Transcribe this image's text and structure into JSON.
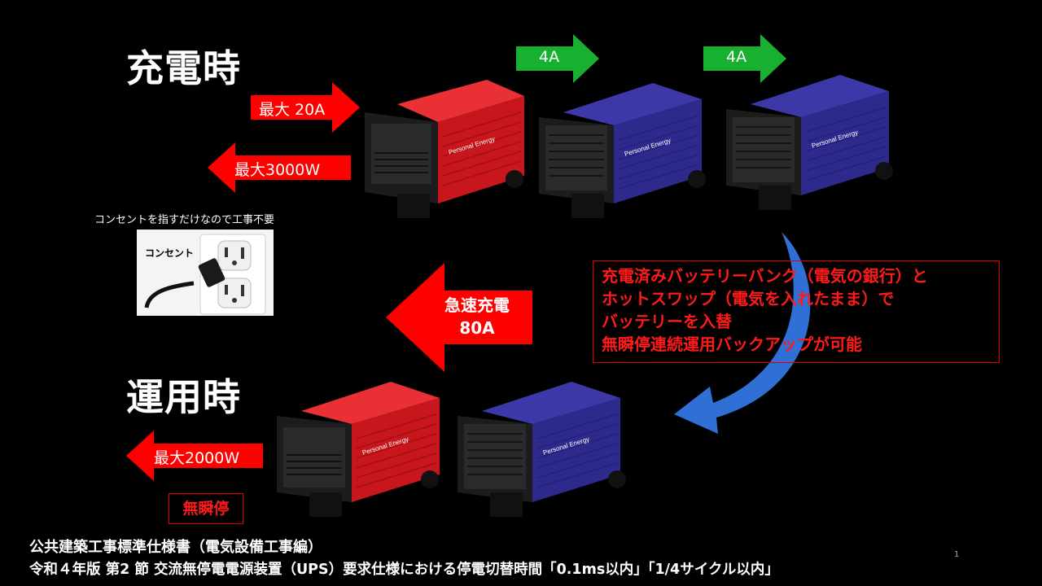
{
  "headings": {
    "charging": "充電時",
    "operating": "運用時"
  },
  "arrows": {
    "max_current_in": "最大 20A",
    "max_power_out_top": "最大3000W",
    "pack_current_1": "4A",
    "pack_current_2": "4A",
    "fast_charge_line1": "急速充電",
    "fast_charge_line2": "80A",
    "max_power_out_bottom": "最大2000W"
  },
  "outlet": {
    "caption": "コンセントを指すだけなので工事不要",
    "image_label": "コンセント"
  },
  "batteries": {
    "brand": "Personal Energy"
  },
  "note": {
    "lines": [
      "充電済みバッテリーバンク（電気の銀行）と",
      "ホットスワップ（電気を入れたまま）で",
      "バッテリーを入替",
      "無瞬停連続運用バックアップが可能"
    ]
  },
  "badge": "無瞬停",
  "footer": {
    "line1": "公共建築工事標準仕様書（電気設備工事編）",
    "line2": "令和４年版 第2 節 交流無停電電源装置（UPS）要求仕様における停電切替時間「0.1ms以内」「1/4サイクル以内」"
  },
  "slide_number": "1",
  "colors": {
    "background": "#000000",
    "red_arrow": "#ff0000",
    "green_arrow": "#18b030",
    "battery_red": "#c8161d",
    "battery_blue": "#2e2a8c",
    "swap_arrow": "#2f6fd6",
    "note_text": "#ff1a1a"
  }
}
